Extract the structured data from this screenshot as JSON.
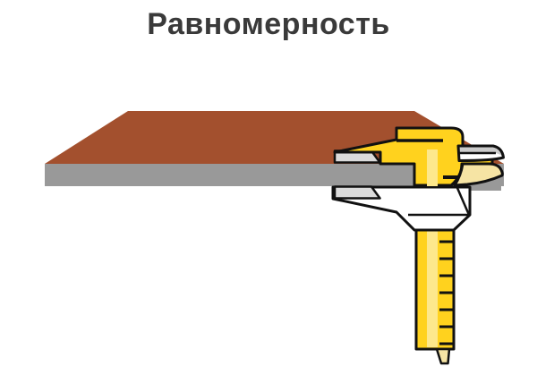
{
  "title": "Равномерность",
  "palette": {
    "background": "#ffffff",
    "title-color": "#3a3a3a",
    "board-top": "#A3502E",
    "board-edge": "#999999",
    "caliper-yellow": "#FFD21E",
    "caliper-yellow-light": "#FDE88C",
    "caliper-cream": "#F6E4A4",
    "jaw-gray": "#DBDBDB",
    "blade-gray": "#CBCBCB",
    "body-white": "#FFFFFF",
    "outline": "#111111"
  },
  "illustration": {
    "name": "caliper-measuring-board-thickness",
    "scale_tick_count": 7,
    "scale_tick_start_y": 270,
    "scale_tick_step_y": 19
  }
}
